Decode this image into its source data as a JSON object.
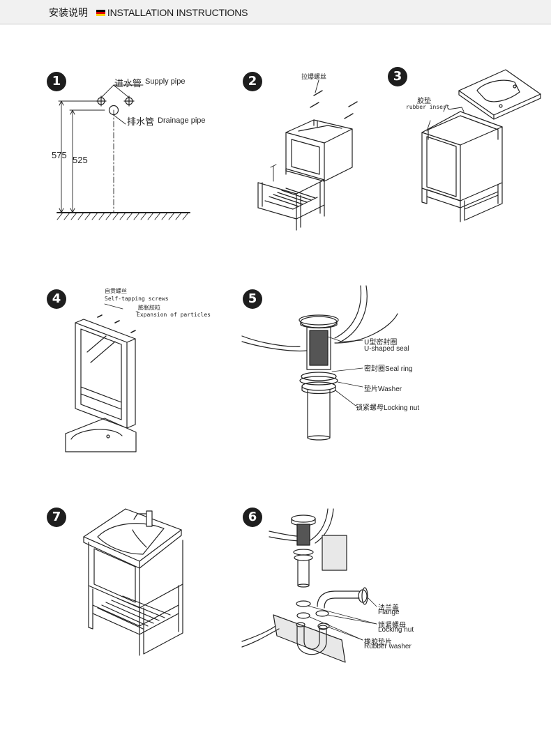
{
  "header": {
    "title_cn": "安装说明",
    "title_en": "INSTALLATION INSTRUCTIONS",
    "flag_colors": [
      "#000000",
      "#dd0000",
      "#ffce00"
    ]
  },
  "steps": {
    "s1": {
      "number": "1",
      "supply_cn": "进水管",
      "supply_en": "Supply pipe",
      "drain_cn": "排水管",
      "drain_en": "Drainage pipe",
      "dim_supply": "575",
      "dim_drain": "525"
    },
    "s2": {
      "number": "2",
      "label_cn": "拉爆螺丝"
    },
    "s3": {
      "number": "3",
      "label_cn": "胶垫",
      "label_en": "rubber insert"
    },
    "s4": {
      "number": "4",
      "screws_cn": "自贡螺丝",
      "screws_en": "Self-tapping screws",
      "particles_cn": "膨胀胶粒",
      "particles_en": "Expansion of particles"
    },
    "s5": {
      "number": "5",
      "useal_cn": "U型密封圈",
      "useal_en": "U-shaped seal",
      "sealring_cn": "密封圈",
      "sealring_en": "Seal ring",
      "washer_cn": "垫片",
      "washer_en": "Washer",
      "nut_cn": "锁紧螺母",
      "nut_en": "Locking nut"
    },
    "s7": {
      "number": "7"
    },
    "s6": {
      "number": "6",
      "flange_cn": "法兰盖",
      "flange_en": "Flange",
      "nut_cn": "锁紧螺母",
      "nut_en": "Locking nut",
      "rubber_cn": "橡胶垫片",
      "rubber_en": "Rubber washer"
    }
  }
}
